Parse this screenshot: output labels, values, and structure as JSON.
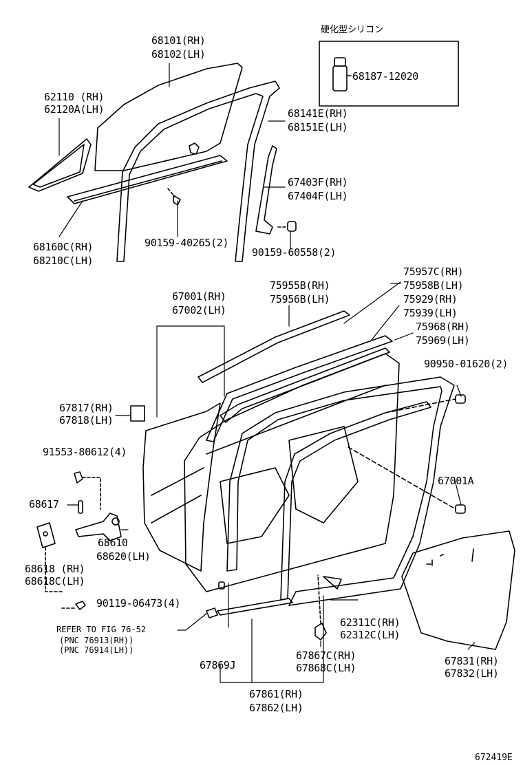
{
  "inset": {
    "title": "硬化型シリコン",
    "part": "68187-12020"
  },
  "labels": {
    "glass": [
      "68101(RH)",
      "68102(LH)"
    ],
    "vent": [
      "62110 (RH)",
      "62120A(LH)"
    ],
    "run": [
      "68141E(RH)",
      "68151E(LH)"
    ],
    "frame": [
      "67403F(RH)",
      "67404F(LH)"
    ],
    "channel": [
      "68160C(RH)",
      "68210C(LH)"
    ],
    "screw1": "90159-40265(2)",
    "screw2": "90159-60558(2)",
    "weather1": [
      "75957C(RH)",
      "75958B(LH)"
    ],
    "weather2": [
      "75955B(RH)",
      "75956B(LH)"
    ],
    "weather3": [
      "75929(RH)",
      "75939(LH)"
    ],
    "weather4": [
      "75968(RH)",
      "75969(LH)"
    ],
    "panel": [
      "67001(RH)",
      "67002(LH)"
    ],
    "clip1": "90950-01620(2)",
    "pad": [
      "67817(RH)",
      "67818(LH)"
    ],
    "bolt1": "91553-80612(4)",
    "plug": "67001A",
    "pin": "68617",
    "hinge": [
      "68610",
      "68620(LH)"
    ],
    "hinge2": [
      "68618 (RH)",
      "68618C(LH)"
    ],
    "bolt2": "90119-06473(4)",
    "refer": [
      "REFER TO FIG 76-52",
      "(PNC 76913(RH))",
      "(PNC 76914(LH))"
    ],
    "seal": [
      "62311C(RH)",
      "62312C(LH)"
    ],
    "cap": "67869J",
    "clip2": [
      "67867C(RH)",
      "67868C(LH)"
    ],
    "film": [
      "67831(RH)",
      "67832(LH)"
    ],
    "weatherstrip": [
      "67861(RH)",
      "67862(LH)"
    ],
    "fig_id": "672419E"
  }
}
